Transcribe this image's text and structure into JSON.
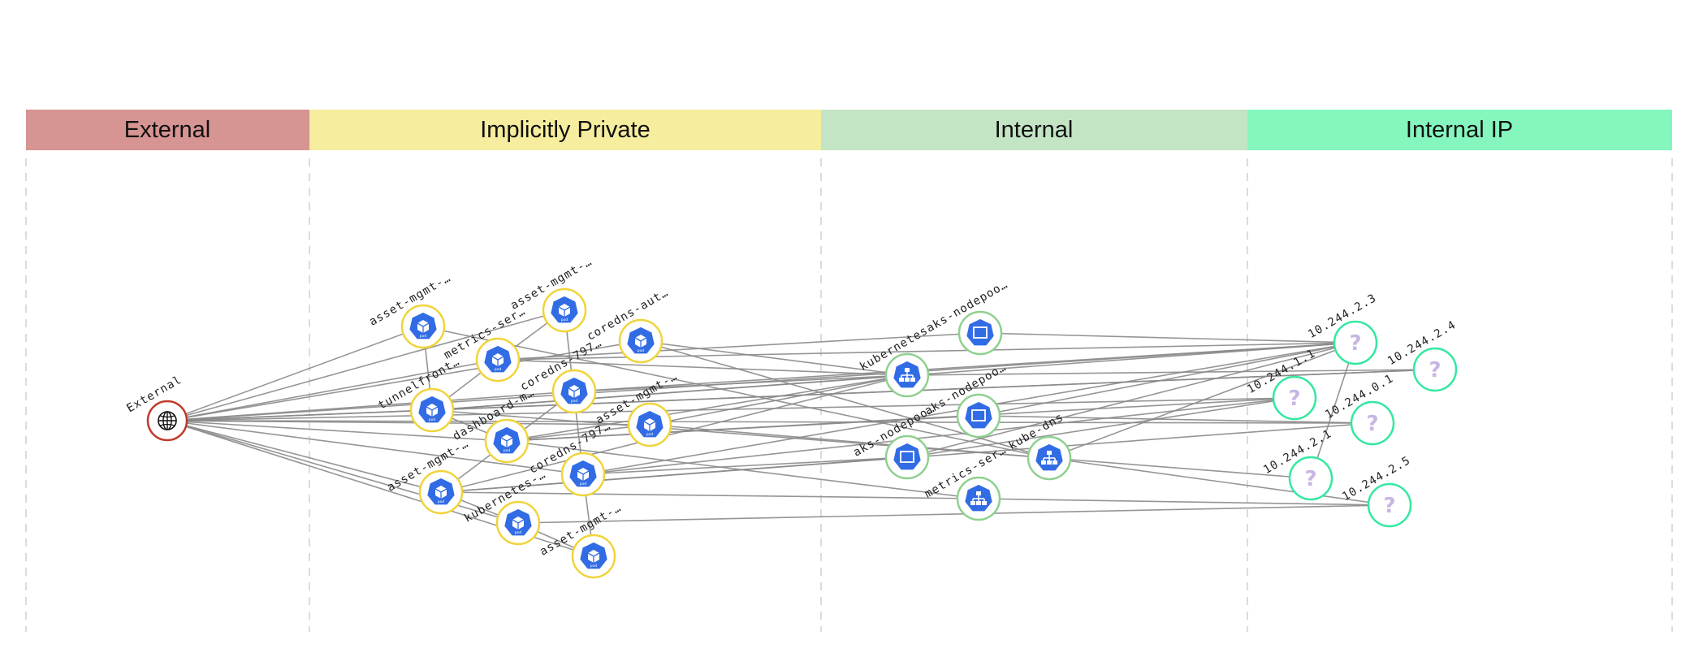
{
  "zones": [
    {
      "id": "external",
      "title": "External",
      "color": "#d69492"
    },
    {
      "id": "implicit",
      "title": "Implicitly Private",
      "color": "#f6ed9e"
    },
    {
      "id": "internal",
      "title": "Internal",
      "color": "#c3e5c4"
    },
    {
      "id": "internalip",
      "title": "Internal IP",
      "color": "#85f7be"
    }
  ],
  "colors": {
    "external_ring": "#c0392b",
    "private_ring": "#f0d43a",
    "internal_ring": "#8fd08f",
    "ip_ring": "#33e8a0",
    "k8s_blue": "#326ce5",
    "unknown_glyph": "#c8b6e2",
    "edge": "#8a8a8a"
  },
  "nodes": [
    {
      "id": "ext",
      "label": "External",
      "zone": "external",
      "icon": "globe-icon"
    },
    {
      "id": "am1",
      "label": "asset-mgmt-…",
      "zone": "implicit",
      "icon": "pod-icon"
    },
    {
      "id": "am2",
      "label": "asset-mgmt-…",
      "zone": "implicit",
      "icon": "pod-icon"
    },
    {
      "id": "cda",
      "label": "coredns-aut…",
      "zone": "implicit",
      "icon": "pod-icon"
    },
    {
      "id": "ms",
      "label": "metrics-ser…",
      "zone": "implicit",
      "icon": "pod-icon"
    },
    {
      "id": "cd1",
      "label": "coredns-797…",
      "zone": "implicit",
      "icon": "pod-icon"
    },
    {
      "id": "tf",
      "label": "tunnelfront…",
      "zone": "implicit",
      "icon": "pod-icon"
    },
    {
      "id": "am3",
      "label": "asset-mgmt-…",
      "zone": "implicit",
      "icon": "pod-icon"
    },
    {
      "id": "db",
      "label": "dashboard-m…",
      "zone": "implicit",
      "icon": "pod-icon"
    },
    {
      "id": "cd2",
      "label": "coredns-797…",
      "zone": "implicit",
      "icon": "pod-icon"
    },
    {
      "id": "am4",
      "label": "asset-mgmt-…",
      "zone": "implicit",
      "icon": "pod-icon"
    },
    {
      "id": "k8p",
      "label": "kubernetes-…",
      "zone": "implicit",
      "icon": "pod-icon"
    },
    {
      "id": "am5",
      "label": "asset-mgmt-…",
      "zone": "implicit",
      "icon": "pod-icon"
    },
    {
      "id": "np1",
      "label": "aks-nodepoo…",
      "zone": "internal",
      "icon": "node-icon"
    },
    {
      "id": "k8s",
      "label": "kubernetes",
      "zone": "internal",
      "icon": "service-icon"
    },
    {
      "id": "np2",
      "label": "aks-nodepoo…",
      "zone": "internal",
      "icon": "node-icon"
    },
    {
      "id": "np3",
      "label": "aks-nodepoo…",
      "zone": "internal",
      "icon": "node-icon"
    },
    {
      "id": "kdns",
      "label": "kube-dns",
      "zone": "internal",
      "icon": "service-icon"
    },
    {
      "id": "msv",
      "label": "metrics-ser…",
      "zone": "internal",
      "icon": "service-icon"
    },
    {
      "id": "ip23",
      "label": "10.244.2.3",
      "zone": "internalip",
      "icon": "unknown-icon"
    },
    {
      "id": "ip24",
      "label": "10.244.2.4",
      "zone": "internalip",
      "icon": "unknown-icon"
    },
    {
      "id": "ip11",
      "label": "10.244.1.1",
      "zone": "internalip",
      "icon": "unknown-icon"
    },
    {
      "id": "ip01",
      "label": "10.244.0.1",
      "zone": "internalip",
      "icon": "unknown-icon"
    },
    {
      "id": "ip21",
      "label": "10.244.2.1",
      "zone": "internalip",
      "icon": "unknown-icon"
    },
    {
      "id": "ip25",
      "label": "10.244.2.5",
      "zone": "internalip",
      "icon": "unknown-icon"
    }
  ],
  "edges": [
    [
      "ext",
      "am1"
    ],
    [
      "ext",
      "am2"
    ],
    [
      "ext",
      "cda"
    ],
    [
      "ext",
      "ms"
    ],
    [
      "ext",
      "cd1"
    ],
    [
      "ext",
      "tf"
    ],
    [
      "ext",
      "am3"
    ],
    [
      "ext",
      "db"
    ],
    [
      "ext",
      "cd2"
    ],
    [
      "ext",
      "am4"
    ],
    [
      "ext",
      "k8p"
    ],
    [
      "ext",
      "am5"
    ],
    [
      "ext",
      "ip23"
    ],
    [
      "ext",
      "ip24"
    ],
    [
      "ext",
      "ip11"
    ],
    [
      "ext",
      "ip01"
    ],
    [
      "am1",
      "kdns"
    ],
    [
      "am1",
      "tf"
    ],
    [
      "am2",
      "cd2"
    ],
    [
      "am2",
      "ms"
    ],
    [
      "cda",
      "k8s"
    ],
    [
      "cda",
      "kdns"
    ],
    [
      "ms",
      "ip23"
    ],
    [
      "ms",
      "np1"
    ],
    [
      "ms",
      "k8s"
    ],
    [
      "ms",
      "tf"
    ],
    [
      "cd1",
      "ip23"
    ],
    [
      "cd1",
      "k8s"
    ],
    [
      "cd1",
      "am4"
    ],
    [
      "tf",
      "ip24"
    ],
    [
      "tf",
      "ip23"
    ],
    [
      "tf",
      "k8s"
    ],
    [
      "tf",
      "db"
    ],
    [
      "tf",
      "kdns"
    ],
    [
      "am3",
      "k8s"
    ],
    [
      "am3",
      "kdns"
    ],
    [
      "am3",
      "db"
    ],
    [
      "db",
      "ip11"
    ],
    [
      "db",
      "np2"
    ],
    [
      "db",
      "k8s"
    ],
    [
      "db",
      "msv"
    ],
    [
      "cd2",
      "ip23"
    ],
    [
      "cd2",
      "ip11"
    ],
    [
      "cd2",
      "np3"
    ],
    [
      "cd2",
      "am5"
    ],
    [
      "am4",
      "k8s"
    ],
    [
      "am4",
      "np3"
    ],
    [
      "am4",
      "ip01"
    ],
    [
      "am4",
      "msv"
    ],
    [
      "k8p",
      "ip25"
    ],
    [
      "k8p",
      "am5"
    ],
    [
      "k8p",
      "am4"
    ],
    [
      "np1",
      "ip23"
    ],
    [
      "np2",
      "ip23"
    ],
    [
      "np2",
      "ip01"
    ],
    [
      "np3",
      "ip23"
    ],
    [
      "np3",
      "ip11"
    ],
    [
      "kdns",
      "ip25"
    ],
    [
      "kdns",
      "ip21"
    ],
    [
      "kdns",
      "ip23"
    ],
    [
      "k8s",
      "ip24"
    ],
    [
      "msv",
      "ip25"
    ],
    [
      "ip21",
      "ip23"
    ]
  ]
}
